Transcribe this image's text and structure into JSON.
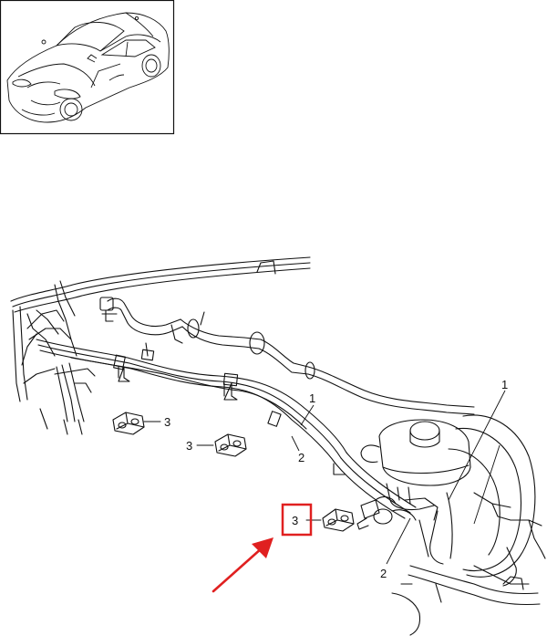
{
  "callouts": {
    "c1_upper": "1",
    "c1_right": "1",
    "c2_upper": "2",
    "c2_lower": "2",
    "c3_left_clip": "3",
    "c3_mid_clip": "3",
    "c3_highlight": "3"
  },
  "colors": {
    "line": "#111111",
    "highlight": "#e02020",
    "arrow": "#e02020"
  },
  "icons": {
    "thumbnail": "car-thumbnail-icon",
    "pointer": "red-arrow-icon"
  }
}
